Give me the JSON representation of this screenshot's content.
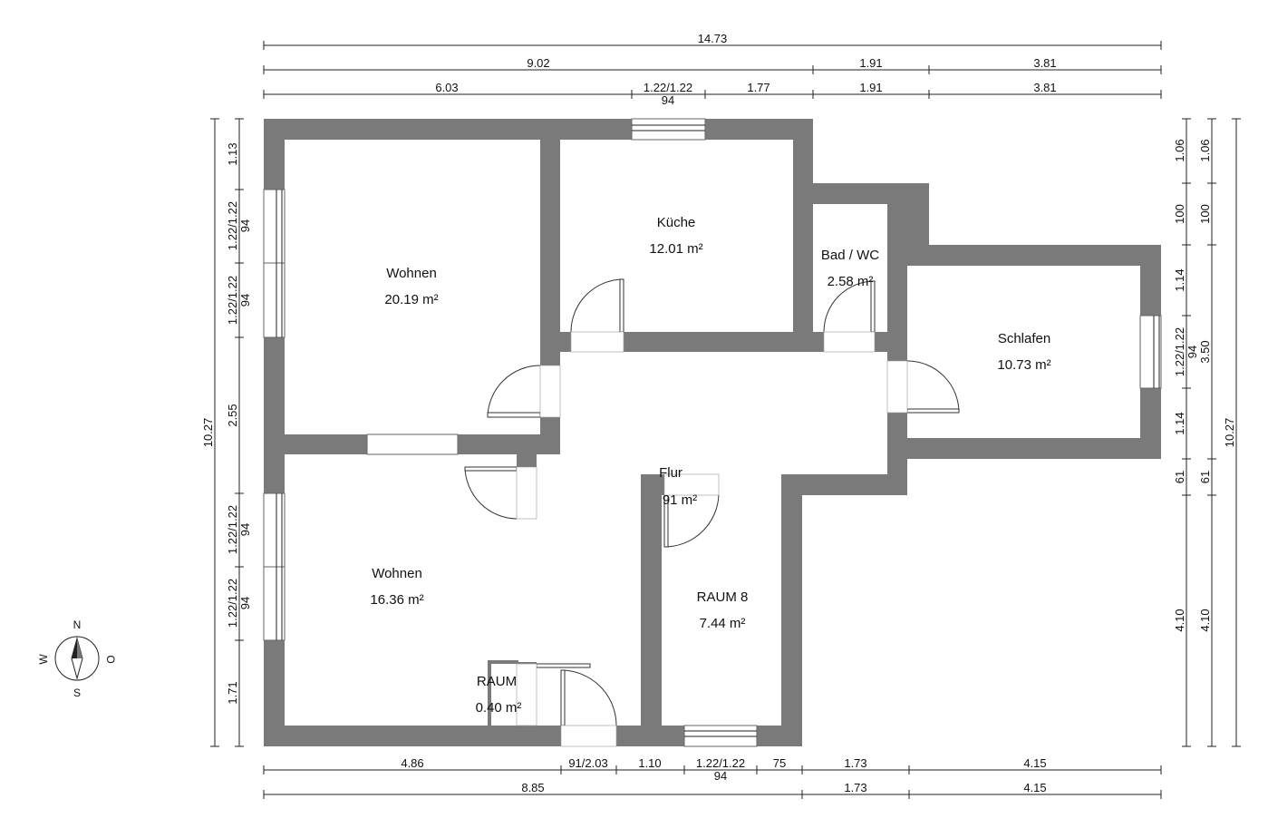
{
  "rooms": [
    {
      "name": "Wohnen",
      "area": "20.19 m²"
    },
    {
      "name": "Küche",
      "area": "12.01 m²"
    },
    {
      "name": "Bad / WC",
      "area": "2.58 m²"
    },
    {
      "name": "Schlafen",
      "area": "10.73 m²"
    },
    {
      "name": "Wohnen",
      "area": "16.36 m²"
    },
    {
      "name": "Flur",
      "area": "91 m²"
    },
    {
      "name": "RAUM 8",
      "area": "7.44 m²"
    },
    {
      "name": "RAUM",
      "area": "0.40 m²"
    }
  ],
  "dimensions": {
    "top": {
      "overall": "14.73",
      "row2": [
        "9.02",
        "1.91",
        "3.81"
      ],
      "row3": [
        "6.03",
        "1.22/1.22",
        "1.77",
        "1.91",
        "3.81"
      ],
      "row3_sub": "94"
    },
    "bottom": {
      "row1": [
        "4.86",
        "91/2.03",
        "1.10",
        "1.22/1.22",
        "75",
        "1.73",
        "4.15"
      ],
      "row1_sub": "94",
      "row2": [
        "8.85",
        "1.73",
        "4.15"
      ]
    },
    "left": {
      "overall": "10.27",
      "segments": [
        "1.13",
        "1.22/1.22",
        "1.22/1.22",
        "2.55",
        "1.22/1.22",
        "1.22/1.22",
        "1.71"
      ],
      "subs": [
        "94",
        "94",
        "94",
        "94"
      ]
    },
    "right": {
      "inner": [
        "1.06",
        "100",
        "1.14",
        "1.22/1.22",
        "1.14",
        "61",
        "4.10"
      ],
      "inner_sub": "94",
      "middle": [
        "1.06",
        "100",
        "3.50",
        "61",
        "4.10"
      ],
      "overall": "10.27"
    }
  },
  "compass": {
    "north": "N",
    "south": "S",
    "west": "W",
    "east": "O"
  }
}
